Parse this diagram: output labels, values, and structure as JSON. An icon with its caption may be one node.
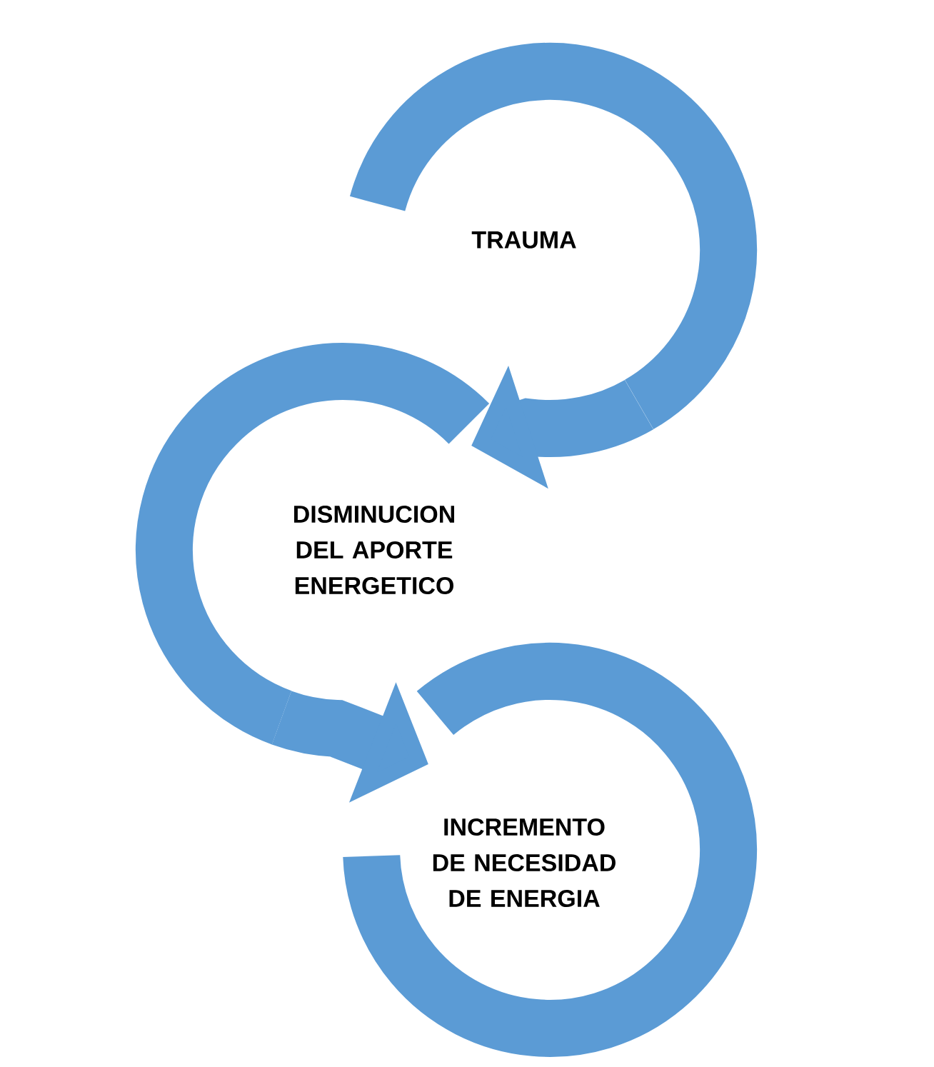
{
  "diagram": {
    "nodes": [
      {
        "text": [
          "TRAUMA"
        ]
      },
      {
        "text": [
          "DISMINUCION DEL APORTE ENERGETICO"
        ]
      },
      {
        "text": [
          "INCREMENTO DE NECESIDAD DE ENERGIA"
        ]
      }
    ],
    "edges": [
      {
        "from": 0,
        "to": 1,
        "arrow": "to"
      },
      {
        "from": 1,
        "to": 2,
        "arrow": "to"
      }
    ]
  }
}
